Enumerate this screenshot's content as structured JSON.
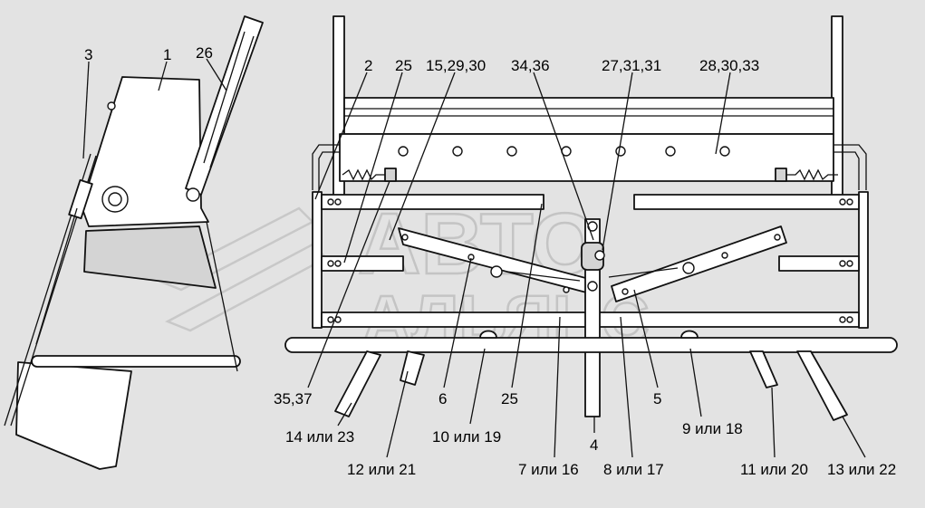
{
  "watermark": {
    "line1": "АВТО",
    "line2": "АЛЬЯНС"
  },
  "callouts": [
    {
      "id": "c3",
      "text": "3"
    },
    {
      "id": "c1",
      "text": "1"
    },
    {
      "id": "c26",
      "text": "26"
    },
    {
      "id": "c2",
      "text": "2"
    },
    {
      "id": "c25a",
      "text": "25"
    },
    {
      "id": "c152930",
      "text": "15,29,30"
    },
    {
      "id": "c3436",
      "text": "34,36"
    },
    {
      "id": "c273131",
      "text": "27,31,31"
    },
    {
      "id": "c283033",
      "text": "28,30,33"
    },
    {
      "id": "c3537",
      "text": "35,37"
    },
    {
      "id": "c6",
      "text": "6"
    },
    {
      "id": "c25b",
      "text": "25"
    },
    {
      "id": "c5",
      "text": "5"
    },
    {
      "id": "c4",
      "text": "4"
    },
    {
      "id": "c14_23",
      "text": "14 или 23"
    },
    {
      "id": "c10_19",
      "text": "10 или 19"
    },
    {
      "id": "c9_18",
      "text": "9 или 18"
    },
    {
      "id": "c12_21",
      "text": "12 или 21"
    },
    {
      "id": "c7_16",
      "text": "7 или 16"
    },
    {
      "id": "c8_17",
      "text": "8 или 17"
    },
    {
      "id": "c11_20",
      "text": "11 или 20"
    },
    {
      "id": "c13_22",
      "text": "13 или 22"
    }
  ]
}
